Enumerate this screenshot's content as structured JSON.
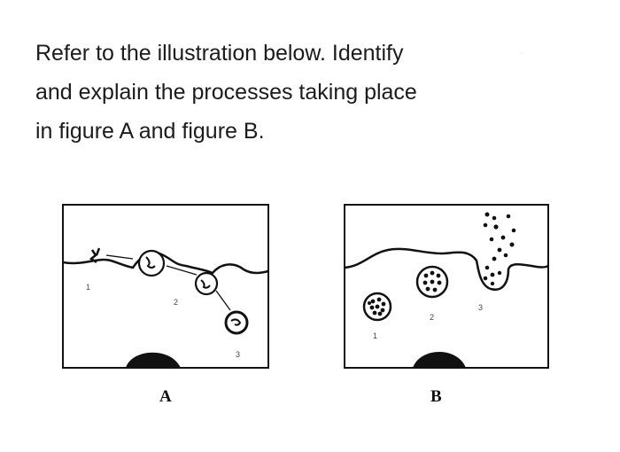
{
  "question": {
    "line1": "Refer to the illustration below. Identify",
    "line2": "and explain the processes taking place",
    "line3": "in figure A and figure B."
  },
  "figure_a": {
    "caption": "A",
    "labels": [
      "1",
      "2",
      "3"
    ]
  },
  "figure_b": {
    "caption": "B",
    "labels": [
      "1",
      "2",
      "3"
    ]
  }
}
